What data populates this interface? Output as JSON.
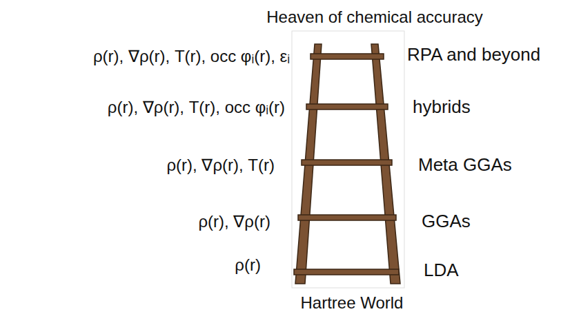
{
  "diagram": {
    "title": "Heaven of chemical accuracy",
    "caption": "Hartree World",
    "labels": [
      "ρ(r), ∇ρ(r), T(r), occ φᵢ(r), εᵢ",
      "RPA and beyond",
      "ρ(r), ∇ρ(r), T(r), occ φᵢ(r)",
      "hybrids",
      "ρ(r), ∇ρ(r), T(r)",
      "Meta GGAs",
      "ρ(r), ∇ρ(r)",
      "GGAs",
      "ρ(r)",
      "LDA"
    ]
  }
}
